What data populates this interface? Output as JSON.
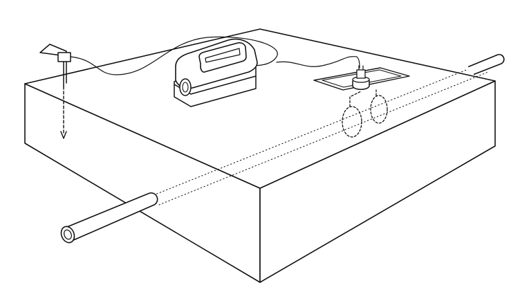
{
  "figure": {
    "alt_text": "",
    "stroke_color": "#111111",
    "background_color": "#ffffff",
    "icons": {
      "ground_stake": "ground-stake-icon",
      "meter_case": "handheld-meter-icon",
      "probe": "surface-probe-icon",
      "pipe": "pipe-icon"
    },
    "components": [
      "concrete-block",
      "buried-pipe",
      "ground-stake",
      "lead-wire",
      "handheld-meter",
      "probe-access-port",
      "probe",
      "pipe-section-markers"
    ]
  }
}
